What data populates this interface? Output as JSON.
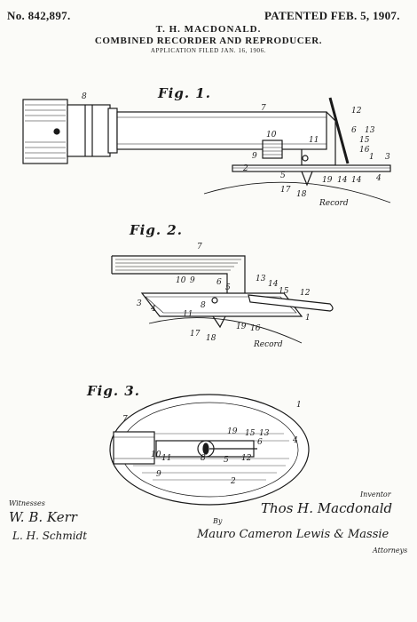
{
  "header": {
    "patent_number": "No. 842,897.",
    "patented_date": "PATENTED FEB. 5, 1907.",
    "inventor": "T. H. MACDONALD.",
    "title": "COMBINED RECORDER AND REPRODUCER.",
    "filed": "APPLICATION FILED JAN. 16, 1906."
  },
  "figures": {
    "fig1": {
      "label": "Fig. 1.",
      "numerals": [
        "2",
        "1",
        "9",
        "10",
        "11",
        "12",
        "6",
        "13",
        "15",
        "16",
        "1",
        "3",
        "14",
        "19",
        "4",
        "17",
        "18",
        "5",
        "8"
      ],
      "record_text": "Record"
    },
    "fig2": {
      "label": "Fig. 2.",
      "numerals": [
        "7",
        "10",
        "9",
        "6",
        "5",
        "13",
        "14",
        "15",
        "12",
        "3",
        "4",
        "11",
        "8",
        "17",
        "18",
        "19",
        "16",
        "1"
      ],
      "record_text": "Record"
    },
    "fig3": {
      "label": "Fig. 3.",
      "numerals": [
        "1",
        "7",
        "19",
        "15",
        "13",
        "4",
        "6",
        "10",
        "11",
        "12",
        "5",
        "9",
        "2",
        "8"
      ]
    }
  },
  "signatures": {
    "witnesses_label": "Witnesses",
    "witness_1": "W. B. Kerr",
    "witness_2": "L. H. Schmidt",
    "inventor_label": "Inventor",
    "inventor_signature": "Thos H. Macdonald",
    "by_label": "By",
    "attorneys_signature": "Mauro Cameron Lewis & Massie",
    "attorneys_label": "Attorneys"
  },
  "colors": {
    "ink": "#1a1a1a",
    "paper": "#fbfbf8"
  }
}
